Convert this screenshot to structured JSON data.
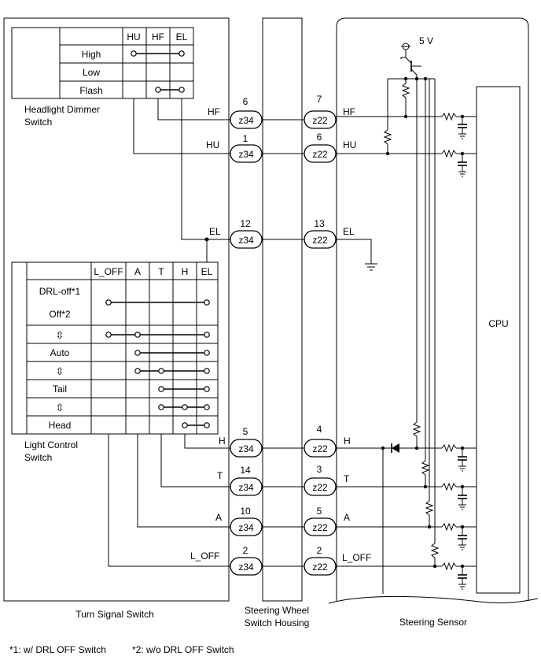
{
  "components": {
    "turn_signal_switch": "Turn Signal Switch",
    "steering_wheel_housing_line1": "Steering Wheel",
    "steering_wheel_housing_line2": "Switch Housing",
    "steering_sensor": "Steering Sensor",
    "cpu": "CPU",
    "supply": "5 V"
  },
  "dimmer_switch": {
    "label_line1": "Headlight Dimmer",
    "label_line2": "Switch",
    "columns": [
      "HU",
      "HF",
      "EL"
    ],
    "rows": [
      "High",
      "Low",
      "Flash"
    ]
  },
  "light_control_switch": {
    "label_line1": "Light Control",
    "label_line2": "Switch",
    "columns": [
      "L_OFF",
      "A",
      "T",
      "H",
      "EL"
    ],
    "rows": [
      "DRL-off*1",
      "Off*2",
      "⇳",
      "Auto",
      "⇳",
      "Tail",
      "⇳",
      "Head"
    ]
  },
  "connectors": [
    {
      "signal": "HF",
      "z34_pin": "6",
      "z34": "z34",
      "z22_pin": "7",
      "z22": "z22",
      "sensor_label": "HF"
    },
    {
      "signal": "HU",
      "z34_pin": "1",
      "z34": "z34",
      "z22_pin": "6",
      "z22": "z22",
      "sensor_label": "HU"
    },
    {
      "signal": "EL",
      "z34_pin": "12",
      "z34": "z34",
      "z22_pin": "13",
      "z22": "z22",
      "sensor_label": "EL"
    },
    {
      "signal": "H",
      "z34_pin": "5",
      "z34": "z34",
      "z22_pin": "4",
      "z22": "z22",
      "sensor_label": "H"
    },
    {
      "signal": "T",
      "z34_pin": "14",
      "z34": "z34",
      "z22_pin": "3",
      "z22": "z22",
      "sensor_label": "T"
    },
    {
      "signal": "A",
      "z34_pin": "10",
      "z34": "z34",
      "z22_pin": "5",
      "z22": "z22",
      "sensor_label": "A"
    },
    {
      "signal": "L_OFF",
      "z34_pin": "2",
      "z34": "z34",
      "z22_pin": "2",
      "z22": "z22",
      "sensor_label": "L_OFF"
    }
  ],
  "footnotes": {
    "note1": "*1: w/ DRL OFF Switch",
    "note2": "*2: w/o DRL OFF Switch"
  }
}
